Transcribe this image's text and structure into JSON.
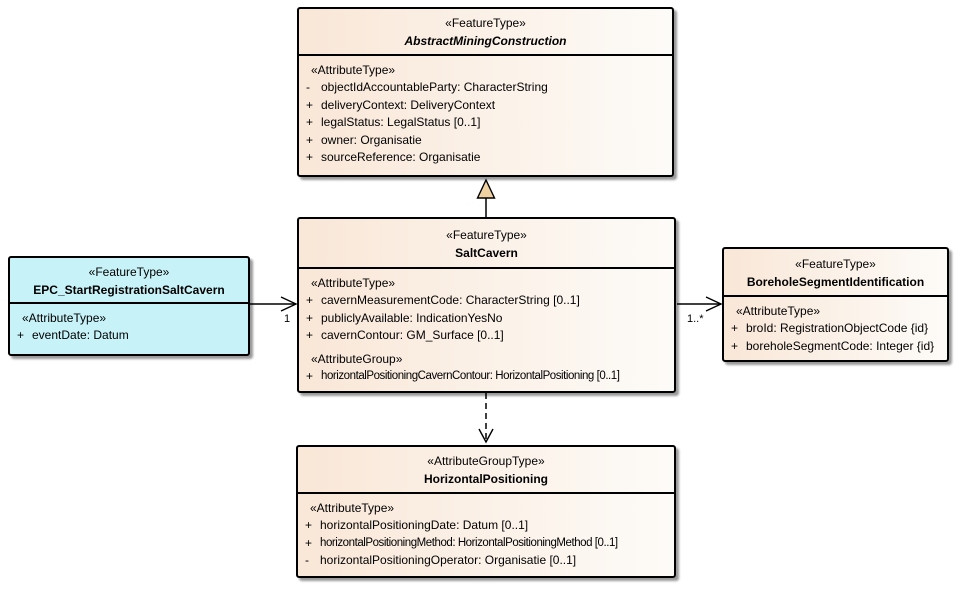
{
  "diagram": {
    "type": "uml-class-diagram",
    "background_color": "#FFFFFF",
    "colors": {
      "box_fill_gradient_left": "#F9E7D7",
      "box_fill_gradient_right": "#FDFBF8",
      "event_box_fill": "#C7F3F8",
      "border": "#000000",
      "generalization_arrow_fill": "#F0D1A2"
    }
  },
  "classes": {
    "amc": {
      "stereotype": "«FeatureType»",
      "name": "AbstractMiningConstruction",
      "attr_stereotype": "«AttributeType»",
      "attributes": [
        {
          "vis": "-",
          "text": "objectIdAccountableParty: CharacterString"
        },
        {
          "vis": "+",
          "text": "deliveryContext: DeliveryContext"
        },
        {
          "vis": "+",
          "text": "legalStatus: LegalStatus [0..1]"
        },
        {
          "vis": "+",
          "text": "owner: Organisatie"
        },
        {
          "vis": "+",
          "text": "sourceReference: Organisatie"
        }
      ]
    },
    "saltcavern": {
      "stereotype": "«FeatureType»",
      "name": "SaltCavern",
      "attr_stereotype": "«AttributeType»",
      "attributes": [
        {
          "vis": "+",
          "text": "cavernMeasurementCode: CharacterString [0..1]"
        },
        {
          "vis": "+",
          "text": "publiclyAvailable: IndicationYesNo"
        },
        {
          "vis": "+",
          "text": "cavernContour: GM_Surface [0..1]"
        }
      ],
      "group_stereotype": "«AttributeGroup»",
      "group_attributes": [
        {
          "vis": "+",
          "text": "horizontalPositioningCavernContour: HorizontalPositioning [0..1]"
        }
      ]
    },
    "epc": {
      "stereotype": "«FeatureType»",
      "name": "EPC_StartRegistrationSaltCavern",
      "attr_stereotype": "«AttributeType»",
      "attributes": [
        {
          "vis": "+",
          "text": "eventDate: Datum"
        }
      ]
    },
    "borehole": {
      "stereotype": "«FeatureType»",
      "name": "BoreholeSegmentIdentification",
      "attr_stereotype": "«AttributeType»",
      "attributes": [
        {
          "vis": "+",
          "text": "broId: RegistrationObjectCode {id}"
        },
        {
          "vis": "+",
          "text": "boreholeSegmentCode: Integer {id}"
        }
      ]
    },
    "horpos": {
      "stereotype": "«AttributeGroupType»",
      "name": "HorizontalPositioning",
      "attr_stereotype": "«AttributeType»",
      "attributes": [
        {
          "vis": "+",
          "text": "horizontalPositioningDate: Datum [0..1]"
        },
        {
          "vis": "+",
          "text": "horizontalPositioningMethod: HorizontalPositioningMethod [0..1]"
        },
        {
          "vis": "-",
          "text": "horizontalPositioningOperator: Organisatie [0..1]"
        }
      ]
    }
  },
  "connectors": {
    "epc_to_saltcavern": {
      "kind": "directed-association",
      "target_multiplicity": "1"
    },
    "saltcavern_to_borehole": {
      "kind": "directed-association",
      "target_multiplicity": "1..*"
    },
    "saltcavern_to_amc": {
      "kind": "generalization"
    },
    "saltcavern_to_horpos": {
      "kind": "dependency"
    }
  }
}
